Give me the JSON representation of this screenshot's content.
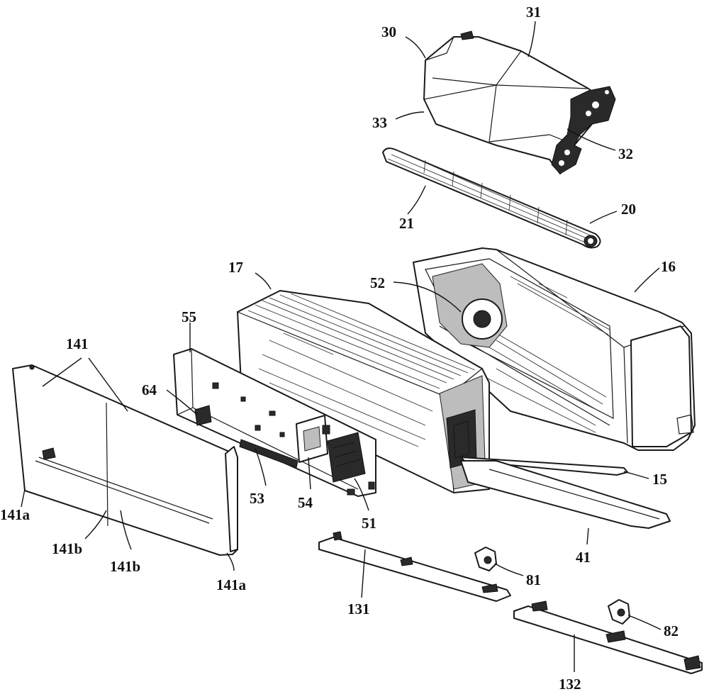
{
  "labels": {
    "l30": "30",
    "l31": "31",
    "l32": "32",
    "l33": "33",
    "l20": "20",
    "l21": "21",
    "l16": "16",
    "l17": "17",
    "l52": "52",
    "l55": "55",
    "l64": "64",
    "l141_top": "141",
    "l141a_left": "141a",
    "l141b_left": "141b",
    "l141b_right": "141b",
    "l141a_right": "141a",
    "l53": "53",
    "l54": "54",
    "l51": "51",
    "l15": "15",
    "l41": "41",
    "l131": "131",
    "l81": "81",
    "l82": "82",
    "l132": "132"
  }
}
